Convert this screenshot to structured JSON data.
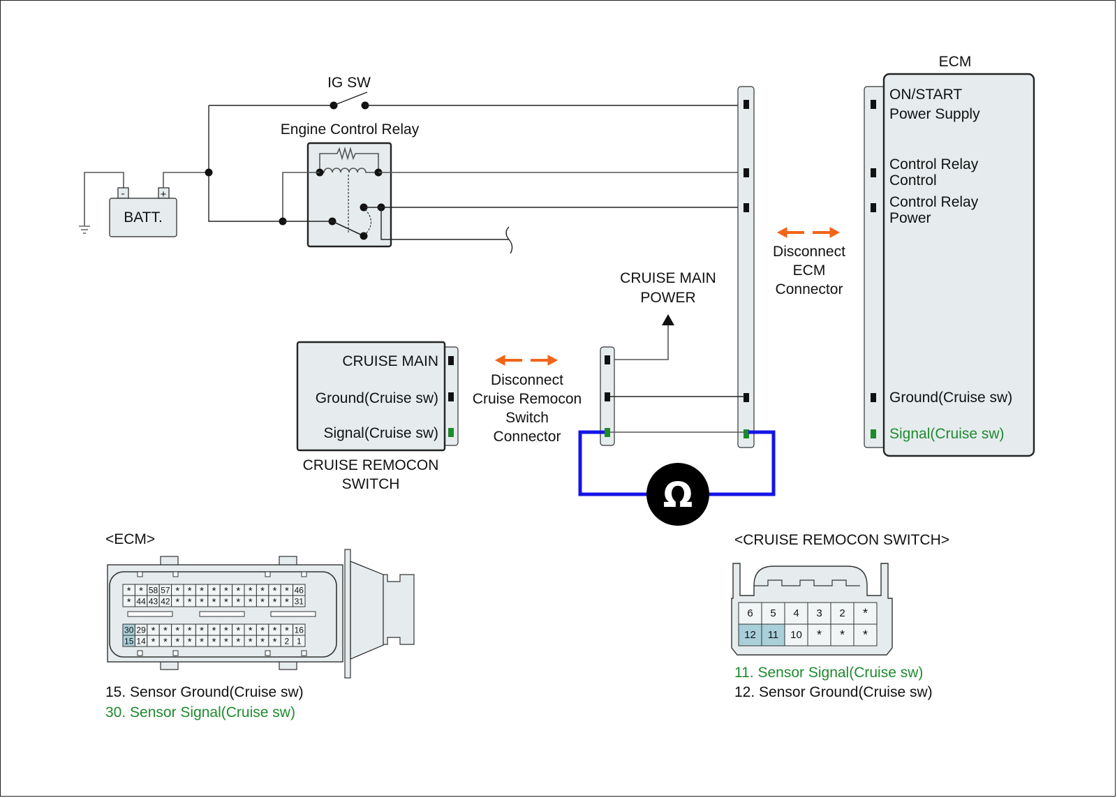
{
  "diagram": {
    "battery": {
      "label": "BATT.",
      "neg_terminal": "-",
      "pos_terminal": "+"
    },
    "ig_switch": {
      "label": "IG SW"
    },
    "relay": {
      "label": "Engine Control Relay"
    },
    "cruise_main_power": {
      "line1": "CRUISE MAIN",
      "line2": "POWER"
    },
    "remocon_switch": {
      "title_line1": "CRUISE REMOCON",
      "title_line2": "SWITCH",
      "pins": [
        {
          "label": "CRUISE MAIN",
          "pin_color": "black"
        },
        {
          "label": "Ground(Cruise sw)",
          "pin_color": "black"
        },
        {
          "label": "Signal(Cruise sw)",
          "pin_color": "green"
        }
      ]
    },
    "disconnect_remocon": {
      "lines": [
        "Disconnect",
        "Cruise Remocon",
        "Switch",
        "Connector"
      ]
    },
    "disconnect_ecm": {
      "lines": [
        "Disconnect",
        "ECM",
        "Connector"
      ]
    },
    "ecm": {
      "title": "ECM",
      "pins": [
        {
          "line1": "ON/START",
          "line2": "Power Supply",
          "pin_color": "black"
        },
        {
          "line1": "Control Relay",
          "line2": "Control",
          "pin_color": "black"
        },
        {
          "line1": "Control Relay",
          "line2": "Power",
          "pin_color": "black"
        },
        {
          "line1": "Ground(Cruise sw)",
          "line2": "",
          "pin_color": "black"
        },
        {
          "line1": "Signal(Cruise sw)",
          "line2": "",
          "pin_color": "green"
        }
      ]
    },
    "ohmmeter": {
      "symbol": "Ω"
    },
    "colors": {
      "signal_green": "#1e8a2e",
      "meter_lead_blue": "#1414e6",
      "disconnect_arrow_orange": "#f26419",
      "highlight_pin": "#a9cfd9"
    }
  },
  "ecm_connector": {
    "title": "<ECM>",
    "top_rows": [
      [
        "*",
        "*",
        "58",
        "57",
        "*",
        "*",
        "*",
        "*",
        "*",
        "*",
        "*",
        "*",
        "*",
        "*",
        "46"
      ],
      [
        "*",
        "44",
        "43",
        "42",
        "*",
        "*",
        "*",
        "*",
        "*",
        "*",
        "*",
        "*",
        "*",
        "*",
        "31"
      ]
    ],
    "bottom_rows": [
      [
        "30",
        "29",
        "*",
        "*",
        "*",
        "*",
        "*",
        "*",
        "*",
        "*",
        "*",
        "*",
        "*",
        "*",
        "16"
      ],
      [
        "15",
        "14",
        "*",
        "*",
        "*",
        "*",
        "*",
        "*",
        "*",
        "*",
        "*",
        "*",
        "*",
        "2",
        "1"
      ]
    ],
    "highlighted_pins": [
      "30",
      "15"
    ],
    "legend": [
      {
        "text": "15. Sensor Ground(Cruise sw)",
        "color": "black"
      },
      {
        "text": "30. Sensor Signal(Cruise sw)",
        "color": "green"
      }
    ]
  },
  "remocon_connector": {
    "title": "<CRUISE REMOCON SWITCH>",
    "rows": [
      [
        "6",
        "5",
        "4",
        "3",
        "2",
        "*"
      ],
      [
        "12",
        "11",
        "10",
        "*",
        "*",
        "*"
      ]
    ],
    "highlighted_pins": [
      "12",
      "11"
    ],
    "legend": [
      {
        "text": "11. Sensor Signal(Cruise sw)",
        "color": "green"
      },
      {
        "text": "12. Sensor Ground(Cruise sw)",
        "color": "black"
      }
    ]
  }
}
